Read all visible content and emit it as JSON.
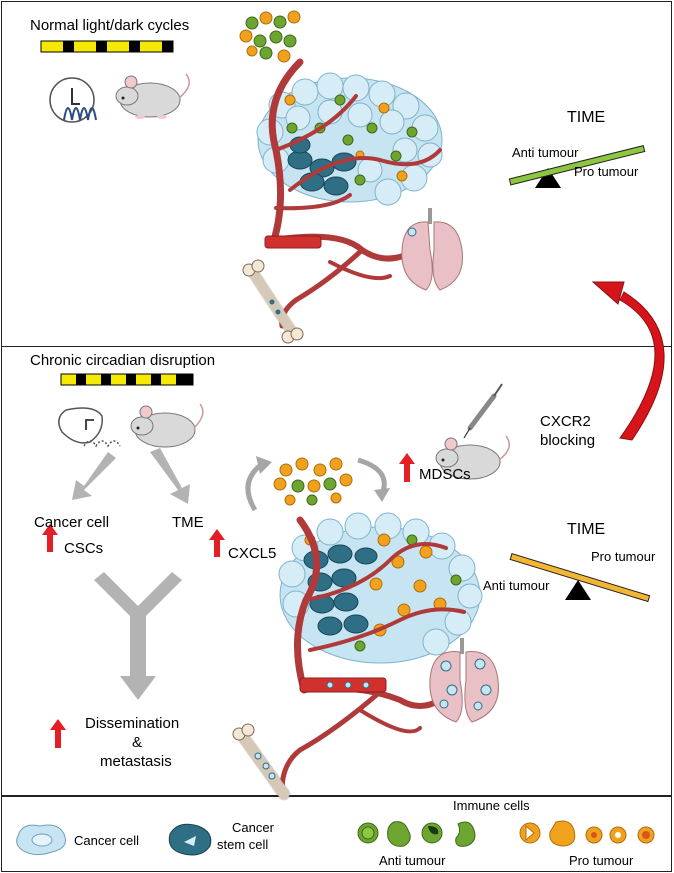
{
  "top_panel": {
    "title": "Normal light/dark cycles",
    "balance": {
      "title": "TIME",
      "left_label": "Anti tumour",
      "right_label": "Pro tumour"
    }
  },
  "middle_panel": {
    "title": "Chronic circadian disruption",
    "branch_cancer": "Cancer cell",
    "branch_tme": "TME",
    "csc_label": "CSCs",
    "cxcl5_label": "CXCL5",
    "mdsc_label": "MDSCs",
    "cxcr2_line1": "CXCR2",
    "cxcr2_line2": "blocking",
    "outcome_line1": "Dissemination",
    "outcome_line2": "&",
    "outcome_line3": "metastasis",
    "balance": {
      "title": "TIME",
      "left_label": "Anti tumour",
      "right_label": "Pro tumour"
    }
  },
  "legend": {
    "cancer_cell": "Cancer cell",
    "cancer_stem_cell_line1": "Cancer",
    "cancer_stem_cell_line2": "stem cell",
    "immune_cells_title": "Immune cells",
    "anti_tumour": "Anti tumour",
    "pro_tumour": "Pro tumour"
  },
  "colors": {
    "light_stripe": "#f5e900",
    "dark_stripe": "#000000",
    "anti_beam": "#8dc63f",
    "pro_beam": "#f2b632",
    "up_arrow": "#e31e24",
    "grey_arrow": "#b3b3b3",
    "vessel": "#b03a3a",
    "cancer_cell": "#c6e4f2",
    "stem_cell": "#2e6f86",
    "lung": "#e8c0c6",
    "anti_immune": "#6ea531",
    "pro_immune": "#f0a21e"
  }
}
